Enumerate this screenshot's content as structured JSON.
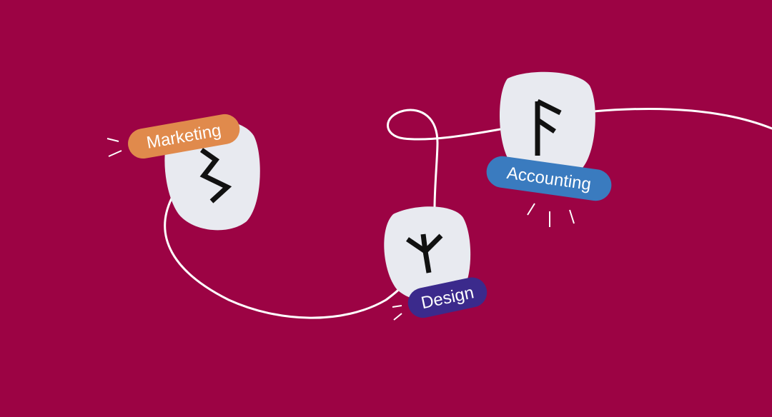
{
  "scene": {
    "background_color": "#9c0344",
    "string_color": "#ffffff",
    "card_color": "#e8eaf0",
    "rune_color": "#111111"
  },
  "cards": [
    {
      "id": "marketing",
      "label": "Marketing",
      "tag_color": "#e08a4c",
      "rune": "sowilo-zigzag"
    },
    {
      "id": "design",
      "label": "Design",
      "tag_color": "#3b2a8c",
      "rune": "algiz-y"
    },
    {
      "id": "accounting",
      "label": "Accounting",
      "tag_color": "#3a7bbf",
      "rune": "ansuz-f"
    }
  ]
}
